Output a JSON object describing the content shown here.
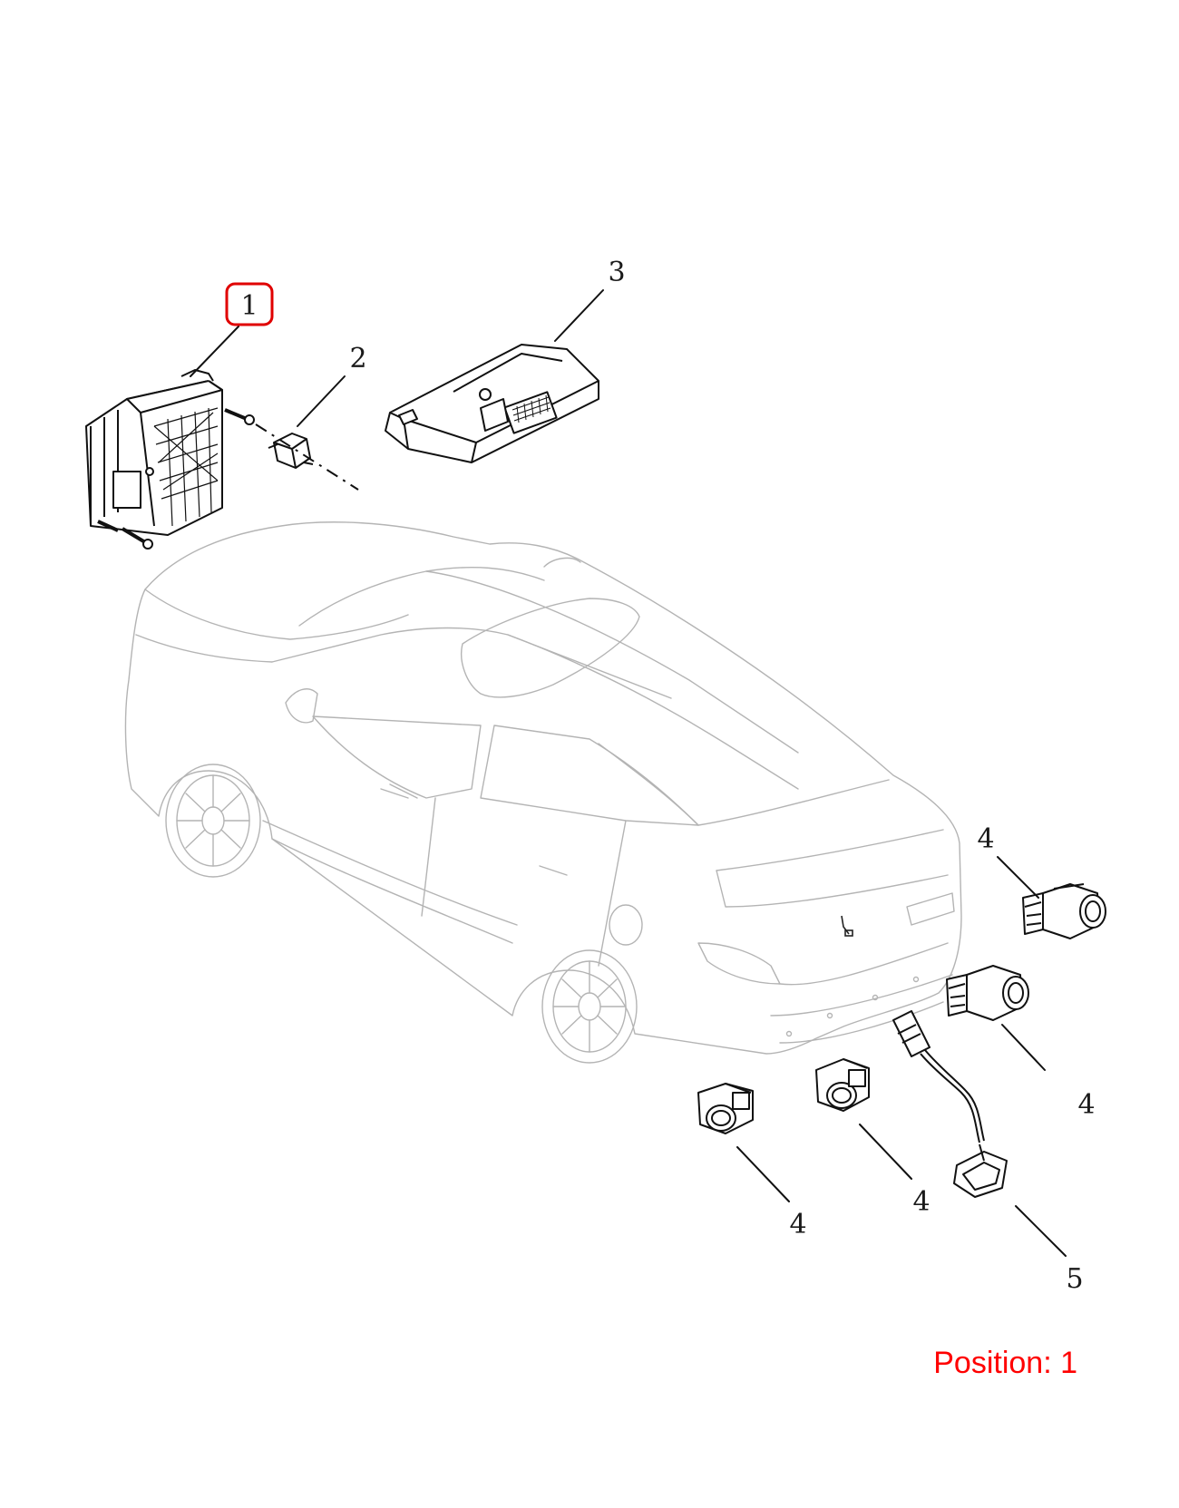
{
  "diagram": {
    "callouts": [
      {
        "id": "c1",
        "label": "1",
        "highlighted": true
      },
      {
        "id": "c2",
        "label": "2"
      },
      {
        "id": "c3",
        "label": "3"
      },
      {
        "id": "c4a",
        "label": "4"
      },
      {
        "id": "c4b",
        "label": "4"
      },
      {
        "id": "c4c",
        "label": "4"
      },
      {
        "id": "c4d",
        "label": "4"
      },
      {
        "id": "c5",
        "label": "5"
      }
    ],
    "highlight_color": "#e00000"
  },
  "position_label": "Position: 1"
}
